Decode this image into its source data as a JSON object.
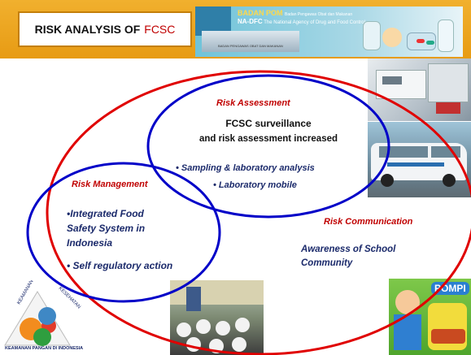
{
  "title": {
    "main": "RISK ANALYSIS OF",
    "accent": "FCSC"
  },
  "banner": {
    "org_name": "BADAN POM",
    "org_full": "Badan Pengawas Obat dan Makanan",
    "agency_code": "NA-DFC",
    "agency_full": "The National Agency of Drug and Food Control",
    "building_caption": "BADAN PENGAWAS OBAT DAN MAKANAN"
  },
  "risk_assessment": {
    "heading": "Risk Assessment",
    "statement_line1": "FCSC surveillance",
    "statement_line2": "and risk assessment increased",
    "item1": "•    Sampling & laboratory analysis",
    "item2": "•    Laboratory mobile"
  },
  "risk_management": {
    "heading": "Risk Management",
    "item1_line1": "•Integrated Food",
    "item1_line2": "Safety System in",
    "item1_line3": "Indonesia",
    "item2": "• Self regulatory action"
  },
  "risk_communication": {
    "heading": "Risk Communication",
    "item_line1": "Awareness of School",
    "item_line2": "Community"
  },
  "logo": {
    "caption": "KEAMANAN PANGAN DI INDONESIA"
  },
  "cartoon": {
    "brand": "POMPI"
  },
  "colors": {
    "red_ellipse": "#e00000",
    "blue_ellipse": "#0000c8",
    "heading_red": "#c00000",
    "text_blue": "#1b2a6b",
    "top_bar": "#eda41f"
  }
}
